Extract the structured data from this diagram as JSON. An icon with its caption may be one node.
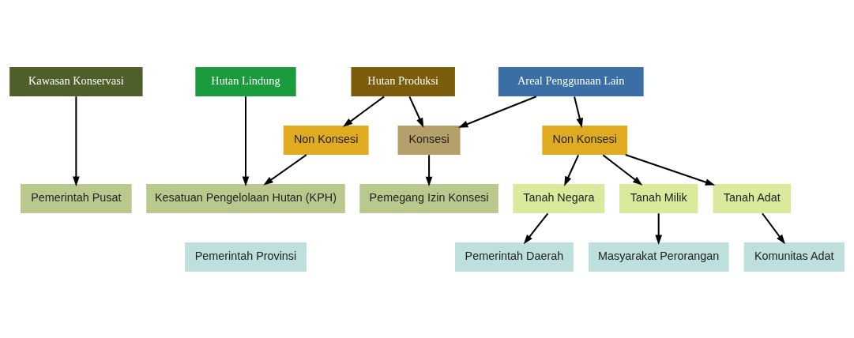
{
  "diagram": {
    "nodes": [
      {
        "text": [
          "Kawasan Konservasi"
        ]
      },
      {
        "text": [
          "Hutan Lindung"
        ]
      },
      {
        "text": [
          "Hutan Produksi"
        ]
      },
      {
        "text": [
          "Areal Penggunaan Lain"
        ]
      },
      {
        "text": [
          "Non Konsesi"
        ]
      },
      {
        "text": [
          "Konsesi"
        ]
      },
      {
        "text": [
          "Non Konsesi"
        ]
      },
      {
        "text": [
          "Pemerintah Pusat"
        ]
      },
      {
        "text": [
          "Kesatuan Pengelolaan Hutan (KPH)"
        ]
      },
      {
        "text": [
          "Pemegang Izin Konsesi"
        ]
      },
      {
        "text": [
          "Tanah Negara"
        ]
      },
      {
        "text": [
          "Tanah Milik"
        ]
      },
      {
        "text": [
          "Tanah Adat"
        ]
      },
      {
        "text": [
          "Pemerintah Provinsi"
        ]
      },
      {
        "text": [
          "Pemerintah Daerah"
        ]
      },
      {
        "text": [
          "Masyarakat Perorangan"
        ]
      },
      {
        "text": [
          "Komunitas Adat"
        ]
      }
    ],
    "edges": [
      {
        "from": 0,
        "to": 7,
        "arrow": "to"
      },
      {
        "from": 1,
        "to": 8,
        "arrow": "to"
      },
      {
        "from": 2,
        "to": 4,
        "arrow": "to"
      },
      {
        "from": 2,
        "to": 5,
        "arrow": "to"
      },
      {
        "from": 3,
        "to": 5,
        "arrow": "to"
      },
      {
        "from": 3,
        "to": 6,
        "arrow": "to"
      },
      {
        "from": 4,
        "to": 8,
        "arrow": "to"
      },
      {
        "from": 5,
        "to": 9,
        "arrow": "to"
      },
      {
        "from": 6,
        "to": 10,
        "arrow": "to"
      },
      {
        "from": 6,
        "to": 11,
        "arrow": "to"
      },
      {
        "from": 6,
        "to": 12,
        "arrow": "to"
      },
      {
        "from": 10,
        "to": 14,
        "arrow": "to"
      },
      {
        "from": 11,
        "to": 15,
        "arrow": "to"
      },
      {
        "from": 12,
        "to": 16,
        "arrow": "to"
      }
    ]
  }
}
